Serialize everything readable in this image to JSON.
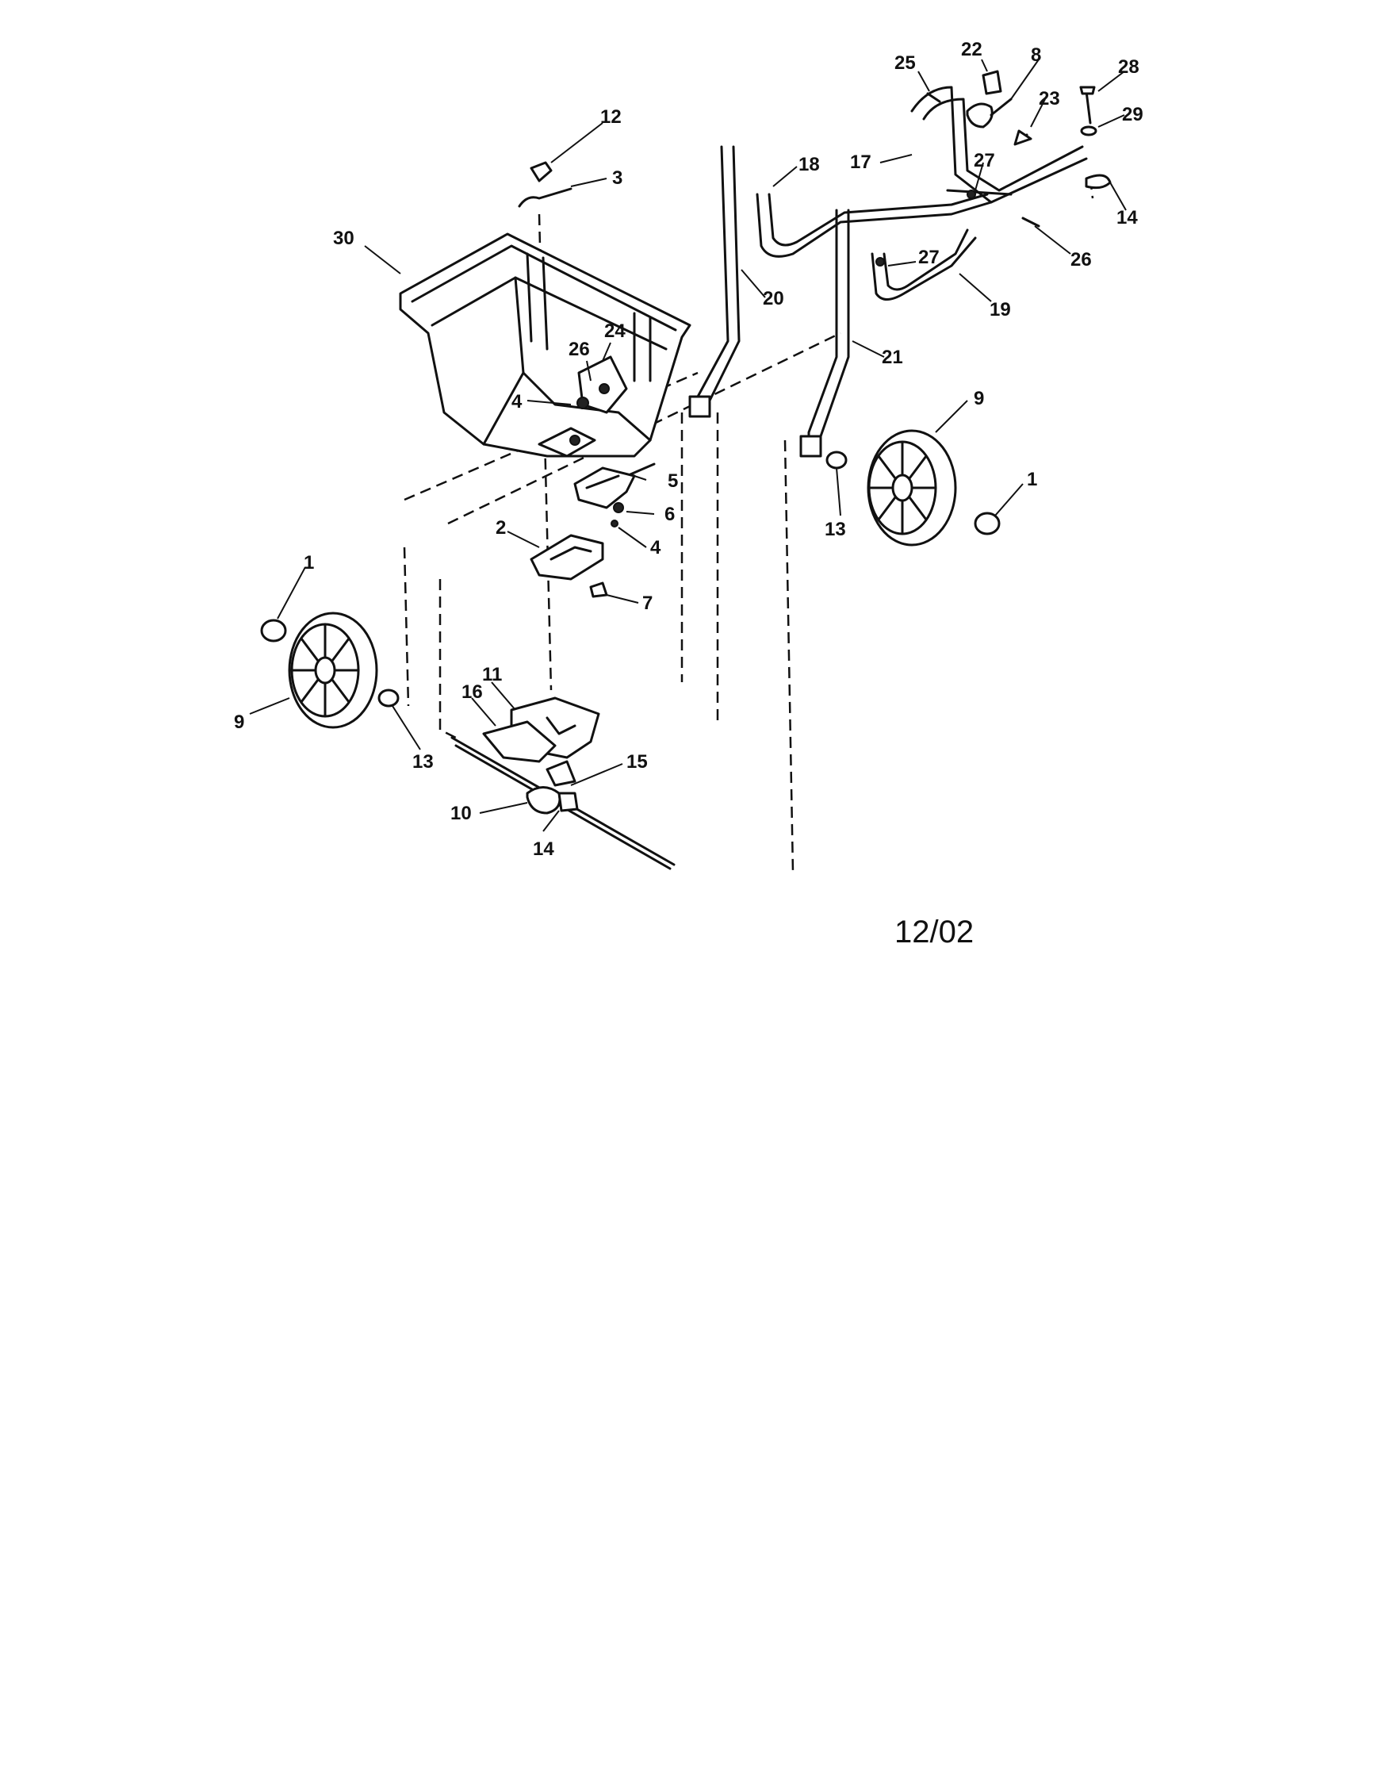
{
  "callouts": {
    "c1_left": "1",
    "c1_right": "1",
    "c2": "2",
    "c3": "3",
    "c4_upper": "4",
    "c4_lower": "4",
    "c5": "5",
    "c6": "6",
    "c7": "7",
    "c8": "8",
    "c9_left": "9",
    "c9_right": "9",
    "c10": "10",
    "c11": "11",
    "c12": "12",
    "c13_left": "13",
    "c13_right": "13",
    "c14_top": "14",
    "c14_bottom": "14",
    "c15": "15",
    "c16": "16",
    "c17": "17",
    "c18": "18",
    "c19": "19",
    "c20": "20",
    "c21": "21",
    "c22": "22",
    "c23": "23",
    "c24": "24",
    "c25": "25",
    "c26_hopper": "26",
    "c26_handle": "26",
    "c27_upper": "27",
    "c27_lower": "27",
    "c28": "28",
    "c29": "29",
    "c30": "30"
  },
  "date_code": "12/02"
}
